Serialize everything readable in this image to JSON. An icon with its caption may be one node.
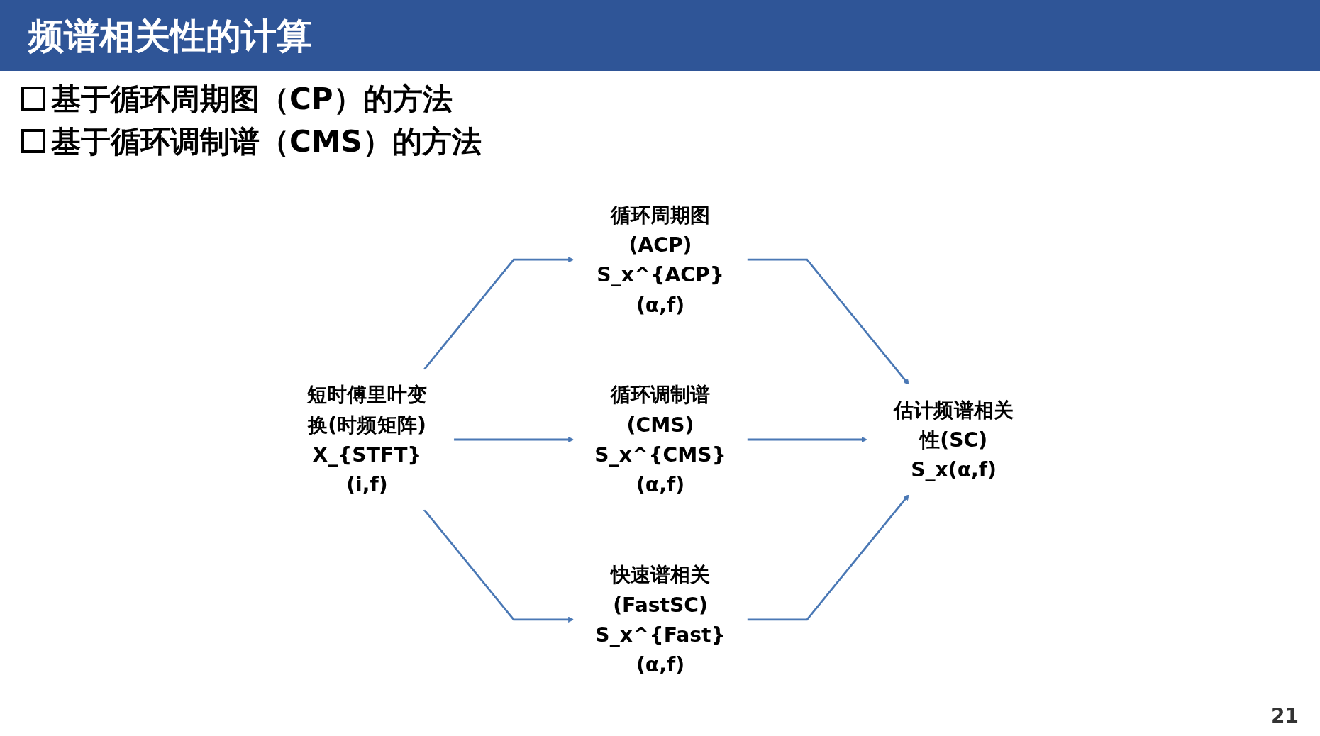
{
  "diagram": {
    "title": "频谱相关性的计算",
    "nodes": [
      {
        "text": [
          "短时傅里叶变换(时频矩阵)",
          "X_{STFT}(i,f)"
        ]
      },
      {
        "text": [
          "循环周期图(ACP)",
          "S_x^{ACP}(α,f)"
        ]
      },
      {
        "text": [
          "循环调制谱(CMS)",
          "S_x^{CMS}(α,f)"
        ]
      },
      {
        "text": [
          "快速谱相关(FastSC)",
          "S_x^{Fast}(α,f)"
        ]
      },
      {
        "text": [
          "估计频谱相关性(SC)",
          "S_x(α,f)"
        ]
      }
    ],
    "edges": [
      {
        "from": 0,
        "to": 1,
        "arrow": "to"
      },
      {
        "from": 0,
        "to": 2,
        "arrow": "to"
      },
      {
        "from": 0,
        "to": 3,
        "arrow": "to"
      },
      {
        "from": 1,
        "to": 4,
        "arrow": "to"
      },
      {
        "from": 2,
        "to": 4,
        "arrow": "to"
      },
      {
        "from": 3,
        "to": 4,
        "arrow": "to"
      }
    ],
    "labels": [
      "基于循环周期图（CP）的方法",
      "基于循环调制谱（CMS）的方法",
      "21"
    ]
  }
}
